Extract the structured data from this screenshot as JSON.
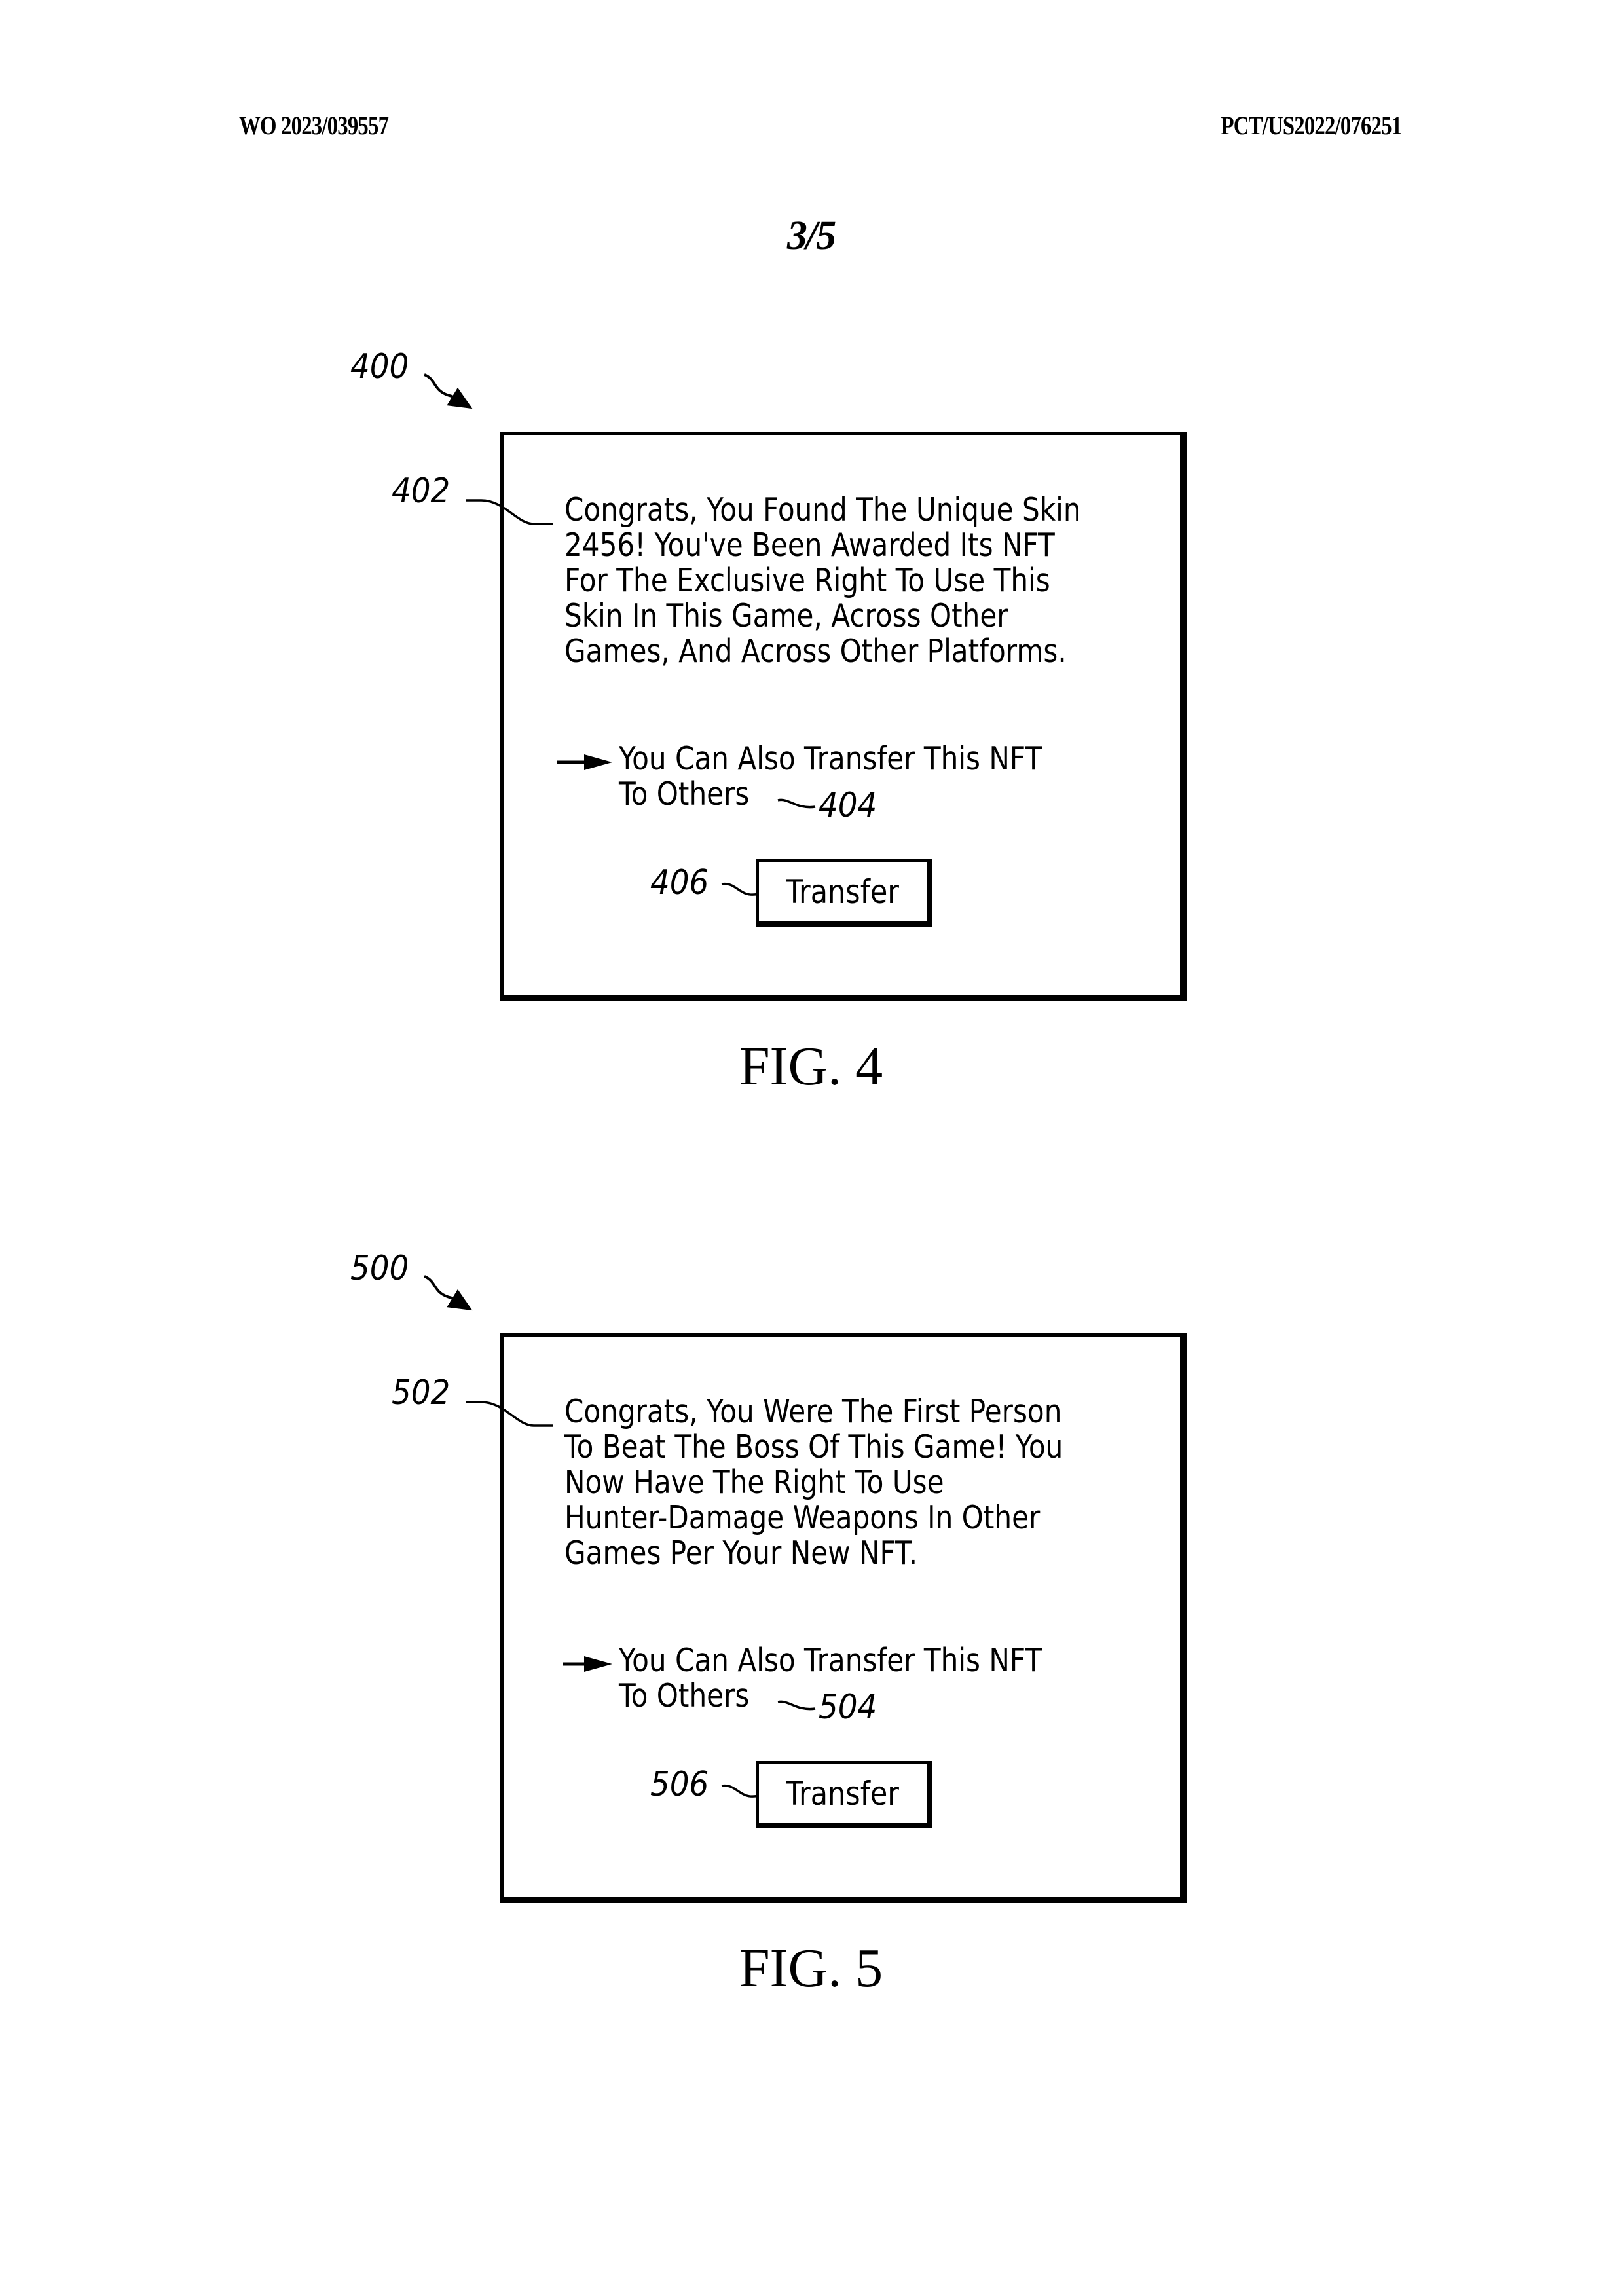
{
  "header": {
    "publication_number": "WO 2023/039557",
    "application_number": "PCT/US2022/076251",
    "sheet": "3/5"
  },
  "figures": [
    {
      "ref_screen": "400",
      "ref_message": "402",
      "message_lines": [
        "Congrats, You Found The Unique Skin",
        "2456! You've Been Awarded Its NFT",
        "For The Exclusive Right To Use This",
        "Skin In This Game, Across Other",
        "Games, And Across Other Platforms."
      ],
      "transfer_note_lines": [
        "You Can Also Transfer This NFT",
        "To Others"
      ],
      "ref_note": "404",
      "ref_button": "406",
      "button_label": "Transfer",
      "caption": "FIG. 4"
    },
    {
      "ref_screen": "500",
      "ref_message": "502",
      "message_lines": [
        "Congrats, You Were The First Person",
        "To Beat The Boss Of This Game! You",
        "Now Have The Right To Use",
        "Hunter-Damage Weapons In Other",
        "Games Per Your New NFT."
      ],
      "transfer_note_lines": [
        "You Can Also Transfer This NFT",
        "To Others"
      ],
      "ref_note": "504",
      "ref_button": "506",
      "button_label": "Transfer",
      "caption": "FIG. 5"
    }
  ],
  "icons": {
    "note_arrow": "right-arrow-icon",
    "screen_ref_arrow": "reference-arrow-icon"
  }
}
